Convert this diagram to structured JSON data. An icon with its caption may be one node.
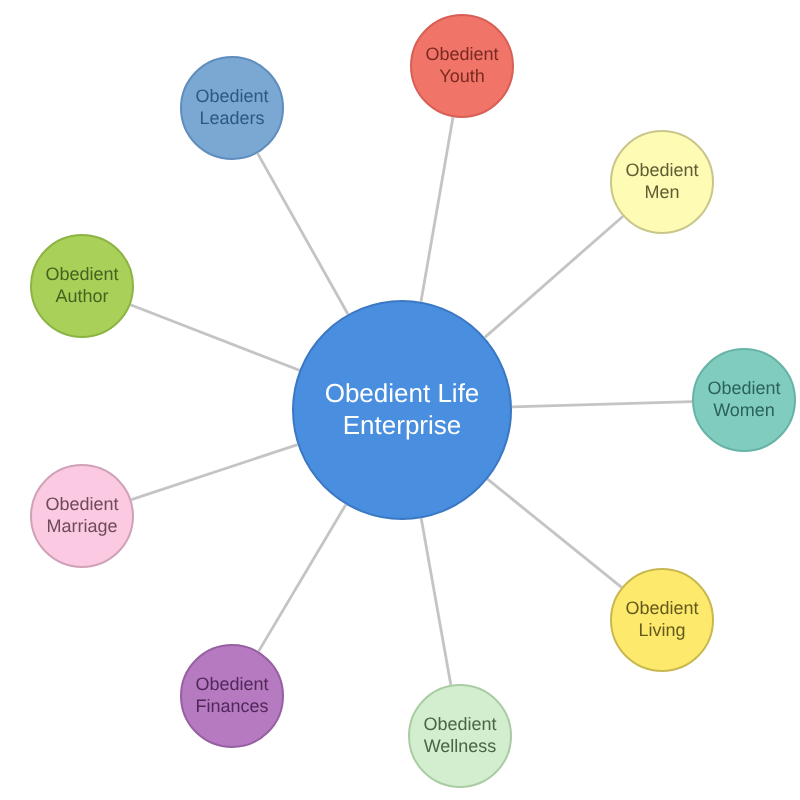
{
  "diagram": {
    "nodes": [
      {
        "text": [
          "Obedient Life Enterprise"
        ]
      },
      {
        "text": [
          "Obedient Youth"
        ]
      },
      {
        "text": [
          "Obedient Men"
        ]
      },
      {
        "text": [
          "Obedient Women"
        ]
      },
      {
        "text": [
          "Obedient Living"
        ]
      },
      {
        "text": [
          "Obedient Wellness"
        ]
      },
      {
        "text": [
          "Obedient Finances"
        ]
      },
      {
        "text": [
          "Obedient Marriage"
        ]
      },
      {
        "text": [
          "Obedient Author"
        ]
      },
      {
        "text": [
          "Obedient Leaders"
        ]
      }
    ],
    "edges": [
      {
        "from": 0,
        "to": 1,
        "arrow": "none"
      },
      {
        "from": 0,
        "to": 2,
        "arrow": "none"
      },
      {
        "from": 0,
        "to": 3,
        "arrow": "none"
      },
      {
        "from": 0,
        "to": 4,
        "arrow": "none"
      },
      {
        "from": 0,
        "to": 5,
        "arrow": "none"
      },
      {
        "from": 0,
        "to": 6,
        "arrow": "none"
      },
      {
        "from": 0,
        "to": 7,
        "arrow": "none"
      },
      {
        "from": 0,
        "to": 8,
        "arrow": "none"
      },
      {
        "from": 0,
        "to": 9,
        "arrow": "none"
      }
    ]
  }
}
